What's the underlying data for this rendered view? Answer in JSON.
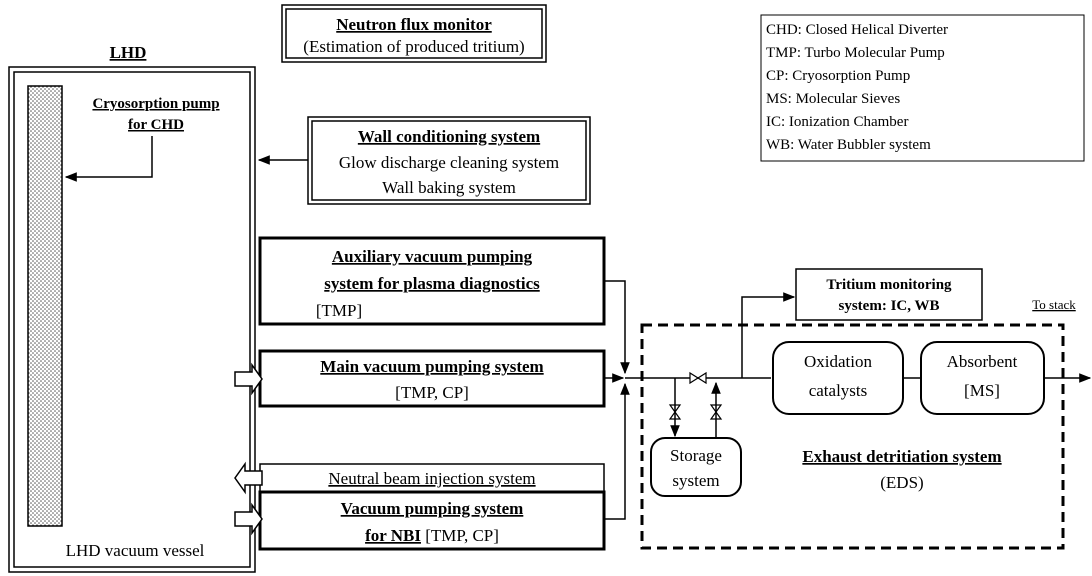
{
  "lhd": {
    "title": "LHD",
    "cryopump_line1": "Cryosorption pump",
    "cryopump_line2": "for CHD",
    "vessel_label": "LHD vacuum vessel"
  },
  "neutron": {
    "title": "Neutron flux monitor",
    "subtitle": "(Estimation of produced tritium)"
  },
  "legend": [
    "CHD: Closed Helical Diverter",
    "TMP: Turbo Molecular Pump",
    "CP: Cryosorption Pump",
    "MS: Molecular Sieves",
    "IC: Ionization Chamber",
    "WB: Water Bubbler system"
  ],
  "wall": {
    "title": "Wall conditioning system",
    "line2": "Glow discharge cleaning system",
    "line3": "Wall baking system"
  },
  "aux": {
    "title_line1": "Auxiliary vacuum pumping",
    "title_line2": "system for plasma diagnostics",
    "sub": "[TMP]"
  },
  "main_pump": {
    "title": "Main vacuum pumping system",
    "sub": "[TMP, CP]"
  },
  "nbi": {
    "title": "Neutral beam injection system"
  },
  "nbi_pump": {
    "title_line1": "Vacuum pumping system",
    "title_line2_bold": "for NBI",
    "title_line2_rest": " [TMP, CP]"
  },
  "tritium": {
    "line1": "Tritium monitoring",
    "line2": "system: IC, WB"
  },
  "to_stack": "To stack",
  "eds": {
    "oxidation_line1": "Oxidation",
    "oxidation_line2": "catalysts",
    "absorbent_line1": "Absorbent",
    "absorbent_line2": "[MS]",
    "storage_line1": "Storage",
    "storage_line2": "system",
    "title": "Exhaust detritiation system",
    "abbr": "(EDS)"
  }
}
